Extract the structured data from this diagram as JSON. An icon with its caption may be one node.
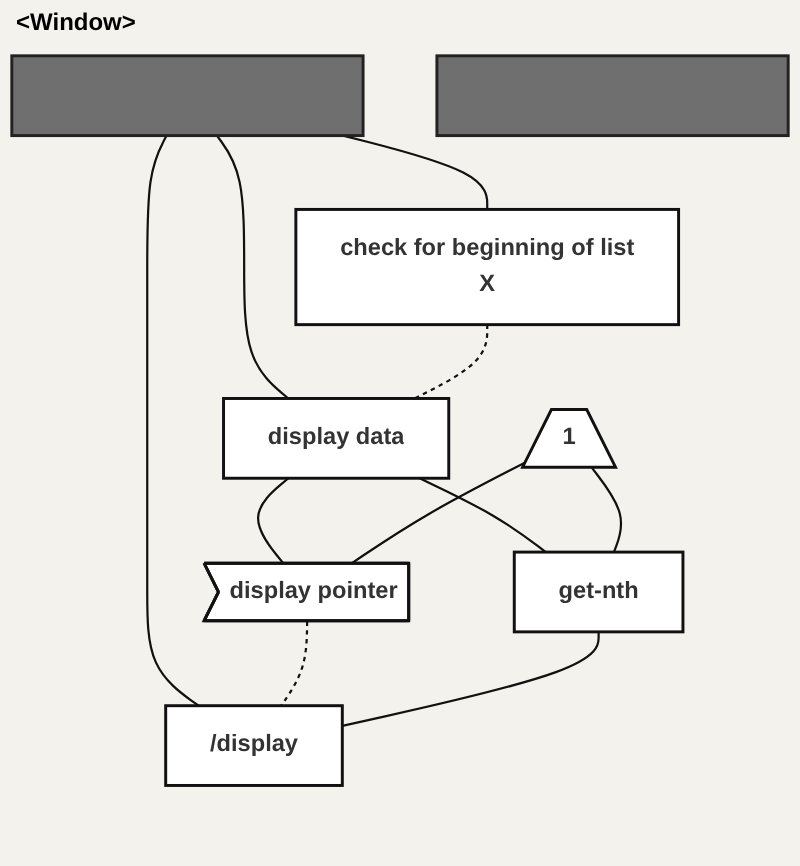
{
  "diagram": {
    "nodes": [
      {
        "text": [],
        "shape": "bar"
      },
      {
        "text": [
          "check for beginning of list",
          "X"
        ]
      },
      {
        "text": [
          "display data"
        ]
      },
      {
        "text": [
          "1"
        ]
      },
      {
        "text": [
          "display pointer"
        ]
      },
      {
        "text": [
          "get-nth"
        ]
      },
      {
        "text": [
          "/display"
        ]
      },
      {
        "text": [],
        "shape": "bar"
      }
    ],
    "edges": [
      {
        "from": 0,
        "to": 1,
        "arrow": "none"
      },
      {
        "from": 0,
        "to": 2,
        "arrow": "none"
      },
      {
        "from": 0,
        "to": 6,
        "arrow": "none"
      },
      {
        "from": 1,
        "to": 2,
        "arrow": "none",
        "style": "dashed"
      },
      {
        "from": 2,
        "to": 4,
        "arrow": "none"
      },
      {
        "from": 2,
        "to": 5,
        "arrow": "none"
      },
      {
        "from": 3,
        "to": 4,
        "arrow": "none"
      },
      {
        "from": 3,
        "to": 5,
        "arrow": "none"
      },
      {
        "from": 4,
        "to": 6,
        "arrow": "none",
        "style": "dashed"
      },
      {
        "from": 5,
        "to": 6,
        "arrow": "none"
      }
    ],
    "labels": [
      "<Window>"
    ]
  }
}
